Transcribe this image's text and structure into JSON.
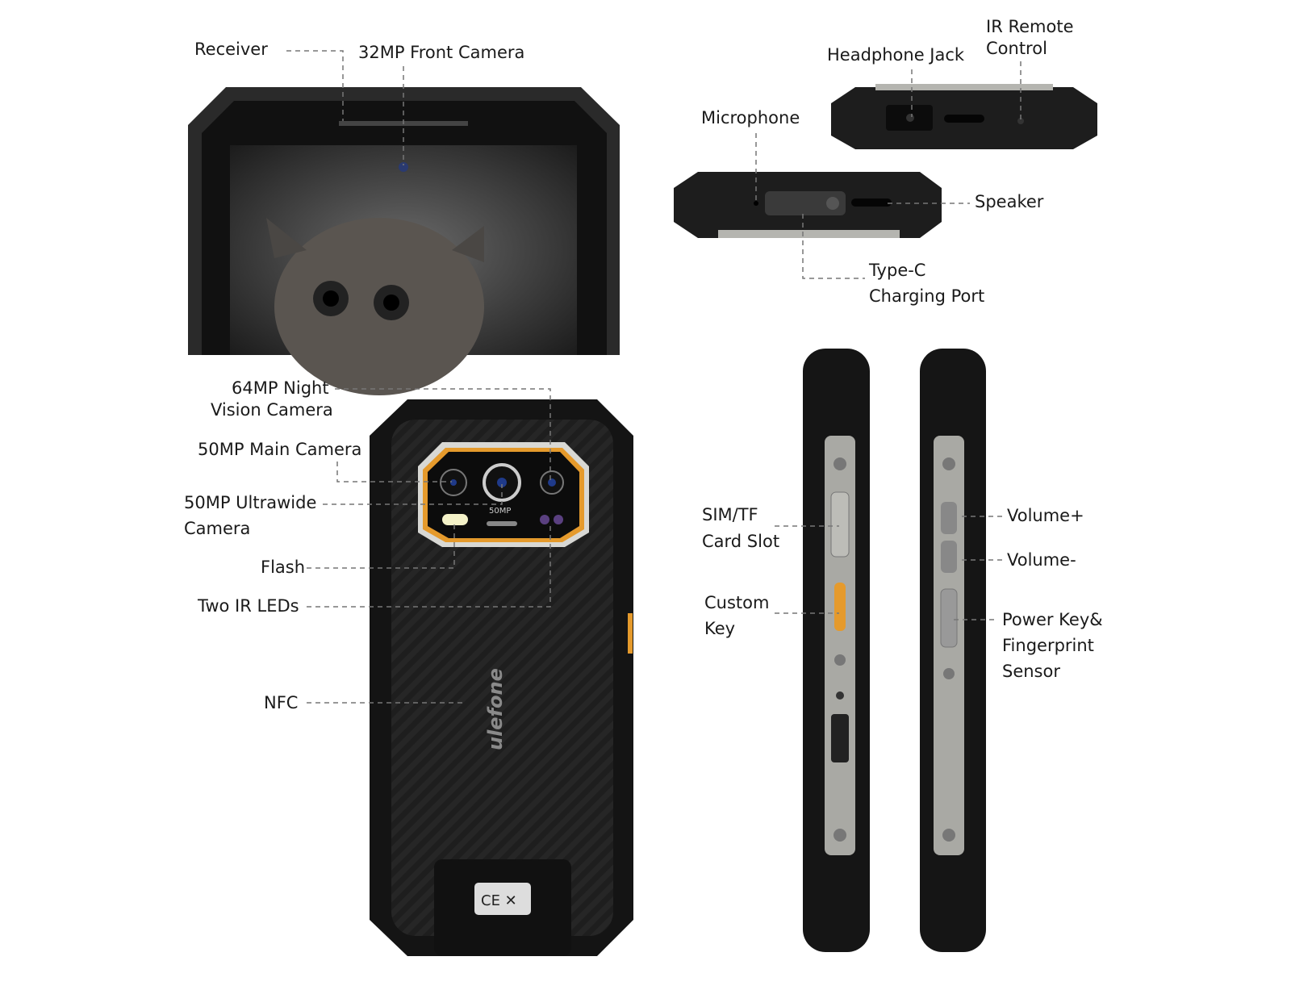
{
  "labels": {
    "receiver": "Receiver",
    "front_camera": "32MP Front Camera",
    "headphone_jack": "Headphone Jack",
    "ir_remote_1": "IR Remote",
    "ir_remote_2": "Control",
    "microphone": "Microphone",
    "speaker": "Speaker",
    "typec_1": "Type-C",
    "typec_2": "Charging Port",
    "night_cam_1": "64MP Night",
    "night_cam_2": "Vision Camera",
    "main_cam": "50MP Main Camera",
    "ultrawide_1": "50MP Ultrawide",
    "ultrawide_2": "Camera",
    "flash": "Flash",
    "ir_leds": "Two IR LEDs",
    "nfc": "NFC",
    "sim_1": "SIM/TF",
    "sim_2": "Card Slot",
    "custom_1": "Custom",
    "custom_2": "Key",
    "vol_up": "Volume+",
    "vol_down": "Volume-",
    "power_1": "Power Key&",
    "power_2": "Fingerprint",
    "power_3": "Sensor"
  },
  "phone": {
    "brand": "ulefone",
    "camera_badge": "50MP"
  },
  "colors": {
    "accent": "#e8a030",
    "body": "#1b1b1b",
    "frame": "#9a9a96"
  }
}
